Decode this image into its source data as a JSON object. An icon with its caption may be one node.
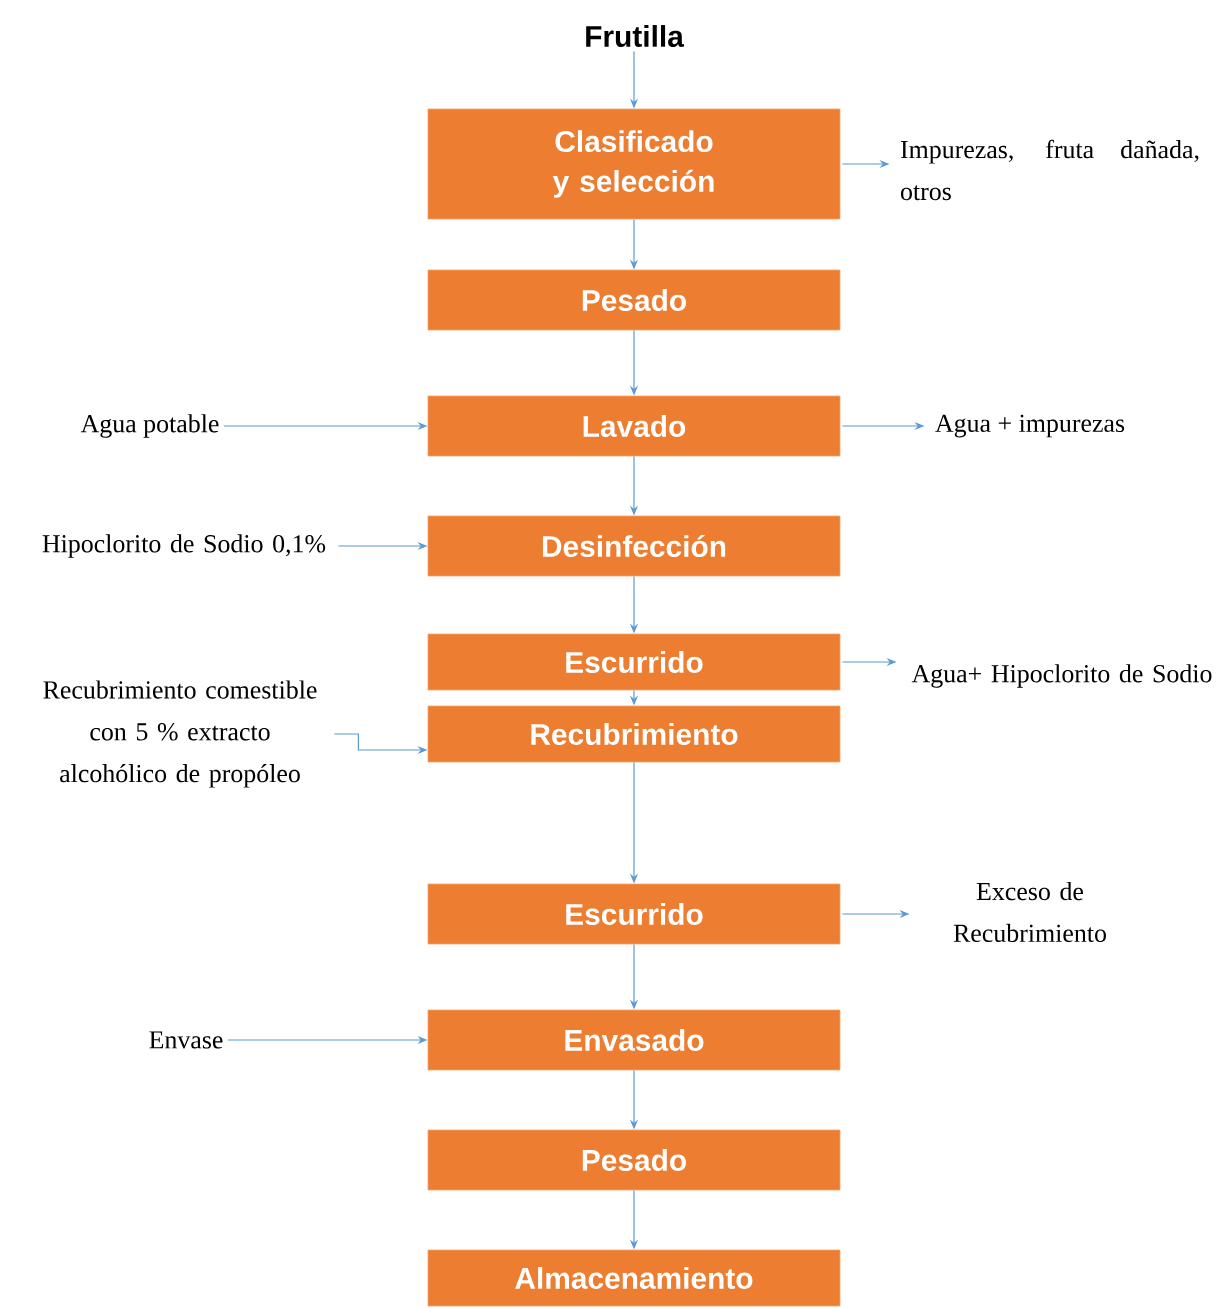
{
  "diagram": {
    "nodes": [
      {
        "text": [
          "Frutilla"
        ]
      },
      {
        "text": [
          "Clasificado y selección"
        ]
      },
      {
        "text": [
          "Impurezas, fruta dañada, otros"
        ]
      },
      {
        "text": [
          "Pesado"
        ]
      },
      {
        "text": [
          "Agua potable"
        ]
      },
      {
        "text": [
          "Lavado"
        ]
      },
      {
        "text": [
          "Agua + impurezas"
        ]
      },
      {
        "text": [
          "Hipoclorito de Sodio 0,1%"
        ]
      },
      {
        "text": [
          "Desinfección"
        ]
      },
      {
        "text": [
          "Escurrido"
        ]
      },
      {
        "text": [
          "Agua+ Hipoclorito de Sodio"
        ]
      },
      {
        "text": [
          "Recubrimiento comestible con 5 % extracto alcohólico de propóleo"
        ]
      },
      {
        "text": [
          "Recubrimiento"
        ]
      },
      {
        "text": [
          "Escurrido"
        ]
      },
      {
        "text": [
          "Exceso de Recubrimiento"
        ]
      },
      {
        "text": [
          "Envase"
        ]
      },
      {
        "text": [
          "Envasado"
        ]
      },
      {
        "text": [
          "Pesado"
        ]
      },
      {
        "text": [
          "Almacenamiento"
        ]
      }
    ],
    "edges": [
      {
        "from": 0,
        "to": 1,
        "arrow": "to"
      },
      {
        "from": 1,
        "to": 2,
        "arrow": "to"
      },
      {
        "from": 1,
        "to": 3,
        "arrow": "to"
      },
      {
        "from": 3,
        "to": 5,
        "arrow": "to"
      },
      {
        "from": 4,
        "to": 5,
        "arrow": "to"
      },
      {
        "from": 5,
        "to": 6,
        "arrow": "to"
      },
      {
        "from": 5,
        "to": 8,
        "arrow": "to"
      },
      {
        "from": 7,
        "to": 8,
        "arrow": "to"
      },
      {
        "from": 8,
        "to": 9,
        "arrow": "to"
      },
      {
        "from": 9,
        "to": 10,
        "arrow": "to"
      },
      {
        "from": 9,
        "to": 12,
        "arrow": "to"
      },
      {
        "from": 11,
        "to": 12,
        "arrow": "to"
      },
      {
        "from": 12,
        "to": 13,
        "arrow": "to"
      },
      {
        "from": 13,
        "to": 14,
        "arrow": "to"
      },
      {
        "from": 13,
        "to": 16,
        "arrow": "to"
      },
      {
        "from": 15,
        "to": 16,
        "arrow": "to"
      },
      {
        "from": 16,
        "to": 17,
        "arrow": "to"
      },
      {
        "from": 17,
        "to": 18,
        "arrow": "to"
      }
    ]
  }
}
